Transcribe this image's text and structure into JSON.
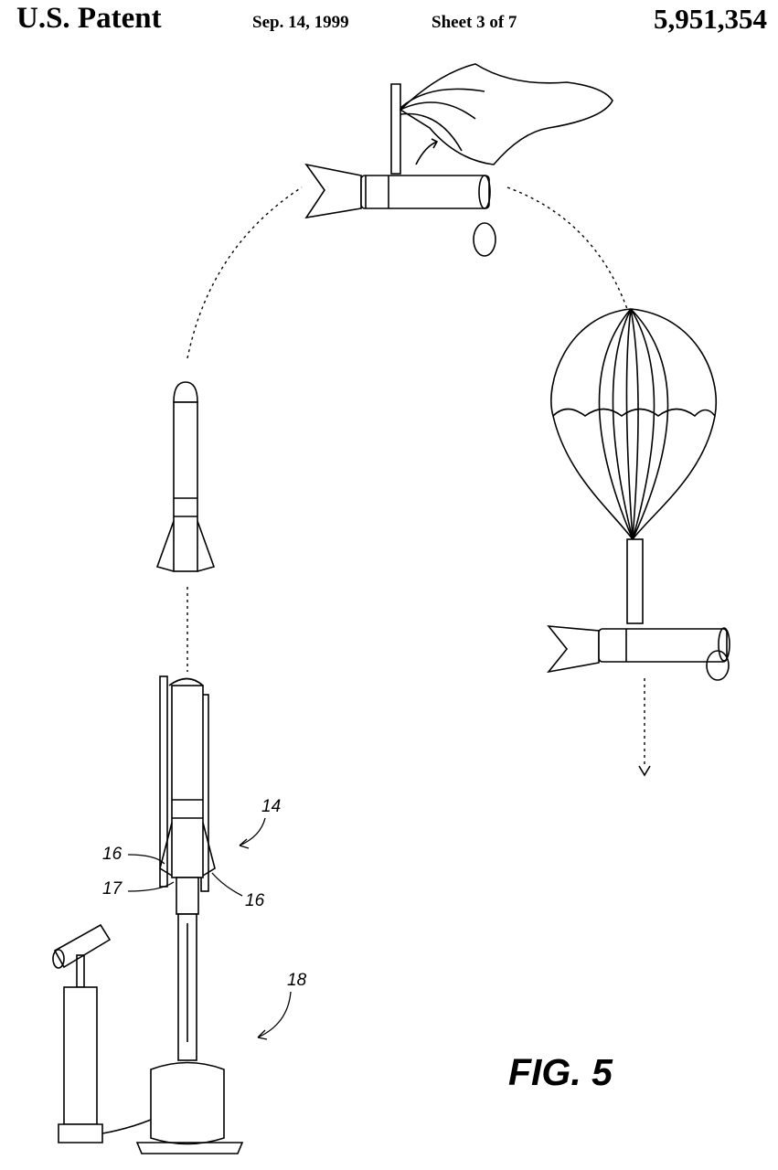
{
  "header": {
    "title": "U.S. Patent",
    "date": "Sep. 14, 1999",
    "sheet": "Sheet 3 of 7",
    "patent_number": "5,951,354"
  },
  "refs": {
    "r14": "14",
    "r16a": "16",
    "r16b": "16",
    "r17": "17",
    "r18": "18"
  },
  "figure_label": "FIG. 5"
}
